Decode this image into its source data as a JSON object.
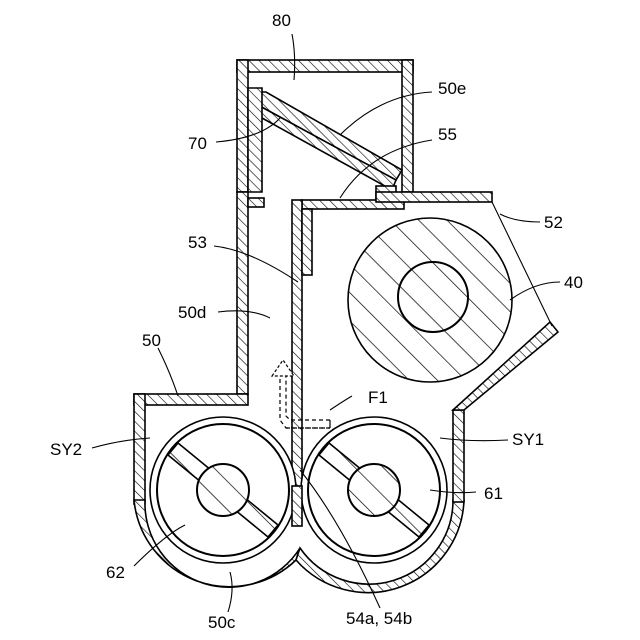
{
  "labels": {
    "l80": "80",
    "l50e": "50e",
    "l70": "70",
    "l55": "55",
    "l52": "52",
    "l53": "53",
    "l40": "40",
    "l50d": "50d",
    "l50": "50",
    "lF1": "F1",
    "lSY2": "SY2",
    "lSY1": "SY1",
    "l61": "61",
    "l62": "62",
    "l50c": "50c",
    "l54": "54a, 54b"
  }
}
